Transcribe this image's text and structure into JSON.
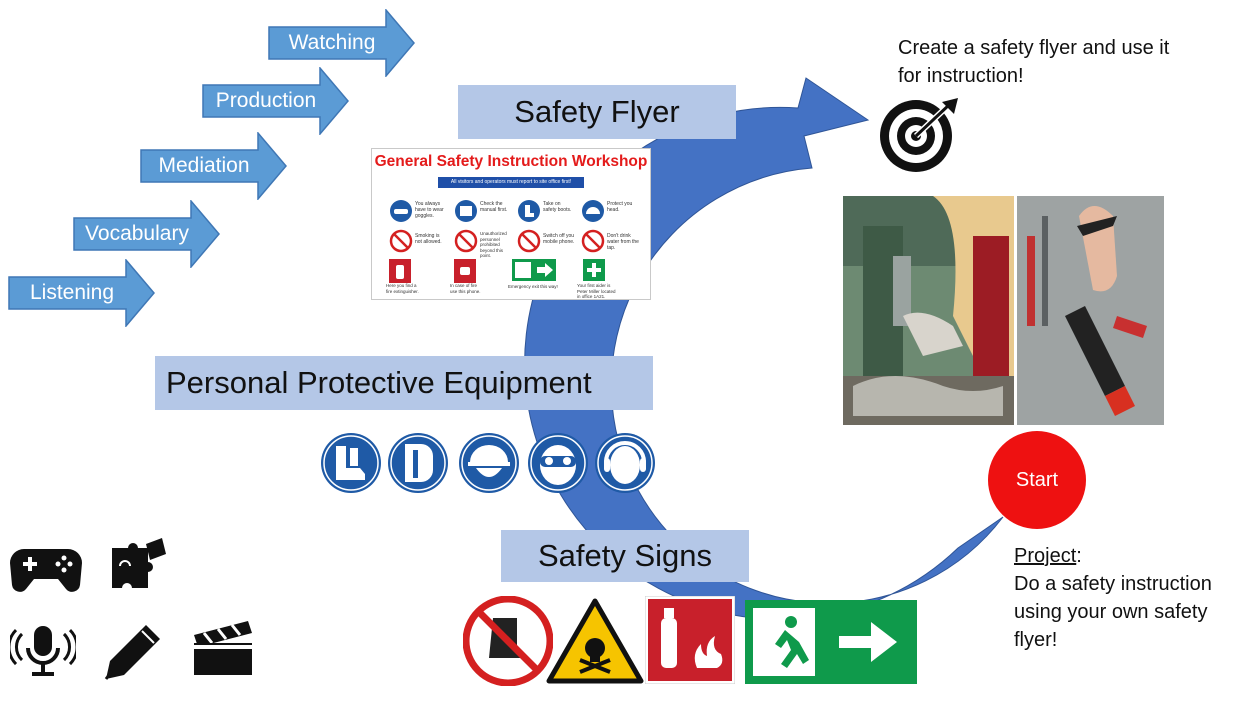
{
  "steps": [
    {
      "label": "Listening"
    },
    {
      "label": "Vocabulary"
    },
    {
      "label": "Mediation"
    },
    {
      "label": "Production"
    },
    {
      "label": "Watching"
    }
  ],
  "safety_flyer": {
    "title": "Safety Flyer",
    "flyer_heading": "General Safety Instruction Workshop",
    "flyer_subheading": "All visitors and operators must report to site office first!",
    "rows": [
      [
        "You always have to wear goggles.",
        "Check the manual first.",
        "Take on safety boots.",
        "Protect you head."
      ],
      [
        "Smoking is not allowed.",
        "Unauthorized personnel prohibited beyond this point.",
        "Switch off you mobile phone.",
        "Don't drink water from the tap."
      ],
      [
        "Here you find a fire extinguisher.",
        "In case of fire use this phone.",
        "Emergency exit this way!",
        "Your first aider is Peter Miller located in office 1A21."
      ]
    ]
  },
  "ppe": {
    "title": "Personal Protective Equipment",
    "icons": [
      "safety-boots-icon",
      "face-shield-icon",
      "hard-hat-icon",
      "safety-goggles-icon",
      "ear-protection-icon"
    ],
    "color": "#1f5aa6"
  },
  "safety_signs": {
    "title": "Safety Signs",
    "signs": [
      "no-gloves-sign",
      "toxic-warning-sign",
      "fire-extinguisher-sign",
      "emergency-exit-sign"
    ]
  },
  "goal": {
    "text": "Create a safety flyer and use it for instruction!"
  },
  "start": {
    "label": "Start",
    "color": "#ee1111"
  },
  "project": {
    "label": "Project",
    "text": "Do a safety instruction using your own safety flyer!"
  },
  "activity_icons": [
    "gamepad-icon",
    "puzzle-icon",
    "microphone-icon",
    "pen-icon",
    "clapperboard-icon"
  ],
  "colors": {
    "arrow": "#4472c4",
    "step_fill": "#5b9bd5",
    "title_box": "#b4c7e7"
  }
}
